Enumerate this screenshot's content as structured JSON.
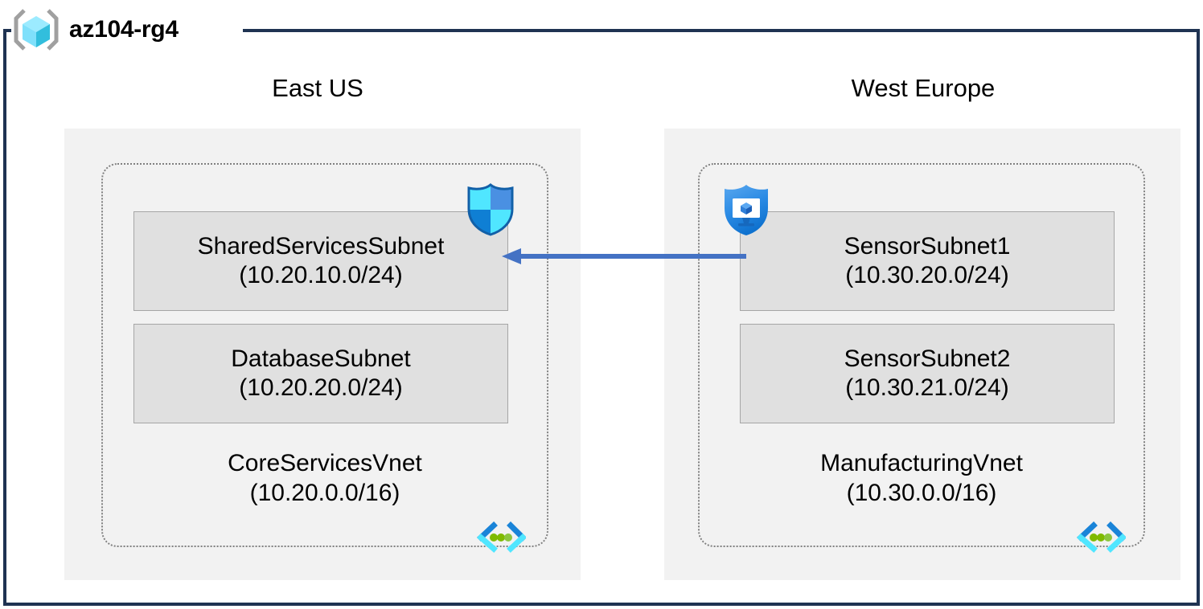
{
  "resource_group": {
    "name": "az104-rg4",
    "icon": "resource-group-cube-icon"
  },
  "colors": {
    "frame_border": "#1f3352",
    "region_fill": "#f2f2f2",
    "vnet_border": "#808080",
    "subnet_fill": "#e0e0e0",
    "subnet_border": "#a6a6a6",
    "arrow": "#4472c4",
    "azure_blue": "#0078d4",
    "azure_cyan": "#50e6ff",
    "azure_green": "#7fba00"
  },
  "regions": [
    {
      "label": "East US",
      "vnet": {
        "name": "CoreServicesVnet",
        "cidr": "(10.20.0.0/16)",
        "icon": "vnet-icon",
        "subnets": [
          {
            "name": "SharedServicesSubnet",
            "cidr": "(10.20.10.0/24)",
            "icon": "network-security-group-shield-icon"
          },
          {
            "name": "DatabaseSubnet",
            "cidr": "(10.20.20.0/24)",
            "icon": null
          }
        ]
      }
    },
    {
      "label": "West Europe",
      "vnet": {
        "name": "ManufacturingVnet",
        "cidr": "(10.30.0.0/16)",
        "icon": "vnet-icon",
        "subnets": [
          {
            "name": "SensorSubnet1",
            "cidr": "(10.30.20.0/24)",
            "icon": "defender-shield-monitor-icon"
          },
          {
            "name": "SensorSubnet2",
            "cidr": "(10.30.21.0/24)",
            "icon": null
          }
        ]
      }
    }
  ],
  "connection": {
    "name": "vnet-peering-arrow",
    "direction": "right-to-left",
    "label": ""
  }
}
